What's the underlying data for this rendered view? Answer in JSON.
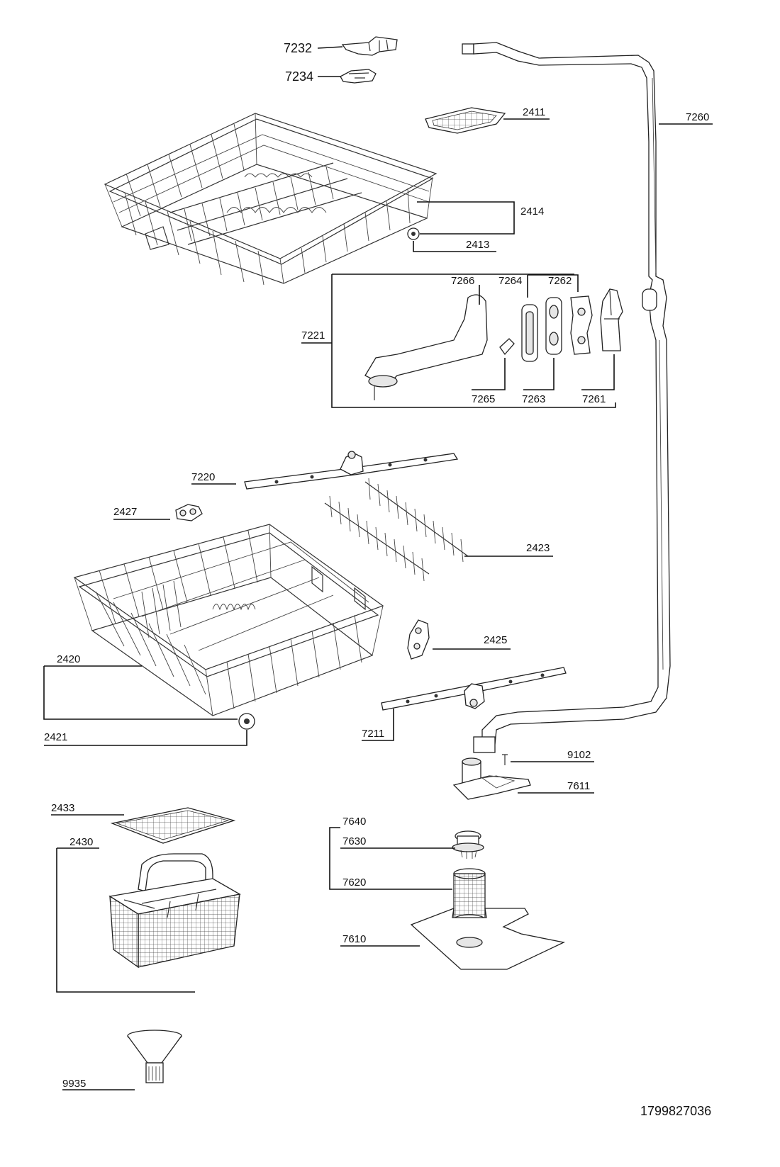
{
  "diagram": {
    "drawing_number": "1799827036",
    "labels": {
      "p7232": "7232",
      "p7234": "7234",
      "p2411": "2411",
      "p7260": "7260",
      "p2414": "2414",
      "p2413": "2413",
      "p7266": "7266",
      "p7264": "7264",
      "p7262": "7262",
      "p7221": "7221",
      "p7265": "7265",
      "p7263": "7263",
      "p7261": "7261",
      "p7220": "7220",
      "p2427": "2427",
      "p2423": "2423",
      "p2425": "2425",
      "p2420": "2420",
      "p2421": "2421",
      "p7211": "7211",
      "p9102": "9102",
      "p7611": "7611",
      "p2433": "2433",
      "p7640": "7640",
      "p7630": "7630",
      "p2430": "2430",
      "p7620": "7620",
      "p7610": "7610",
      "p9935": "9935"
    }
  }
}
